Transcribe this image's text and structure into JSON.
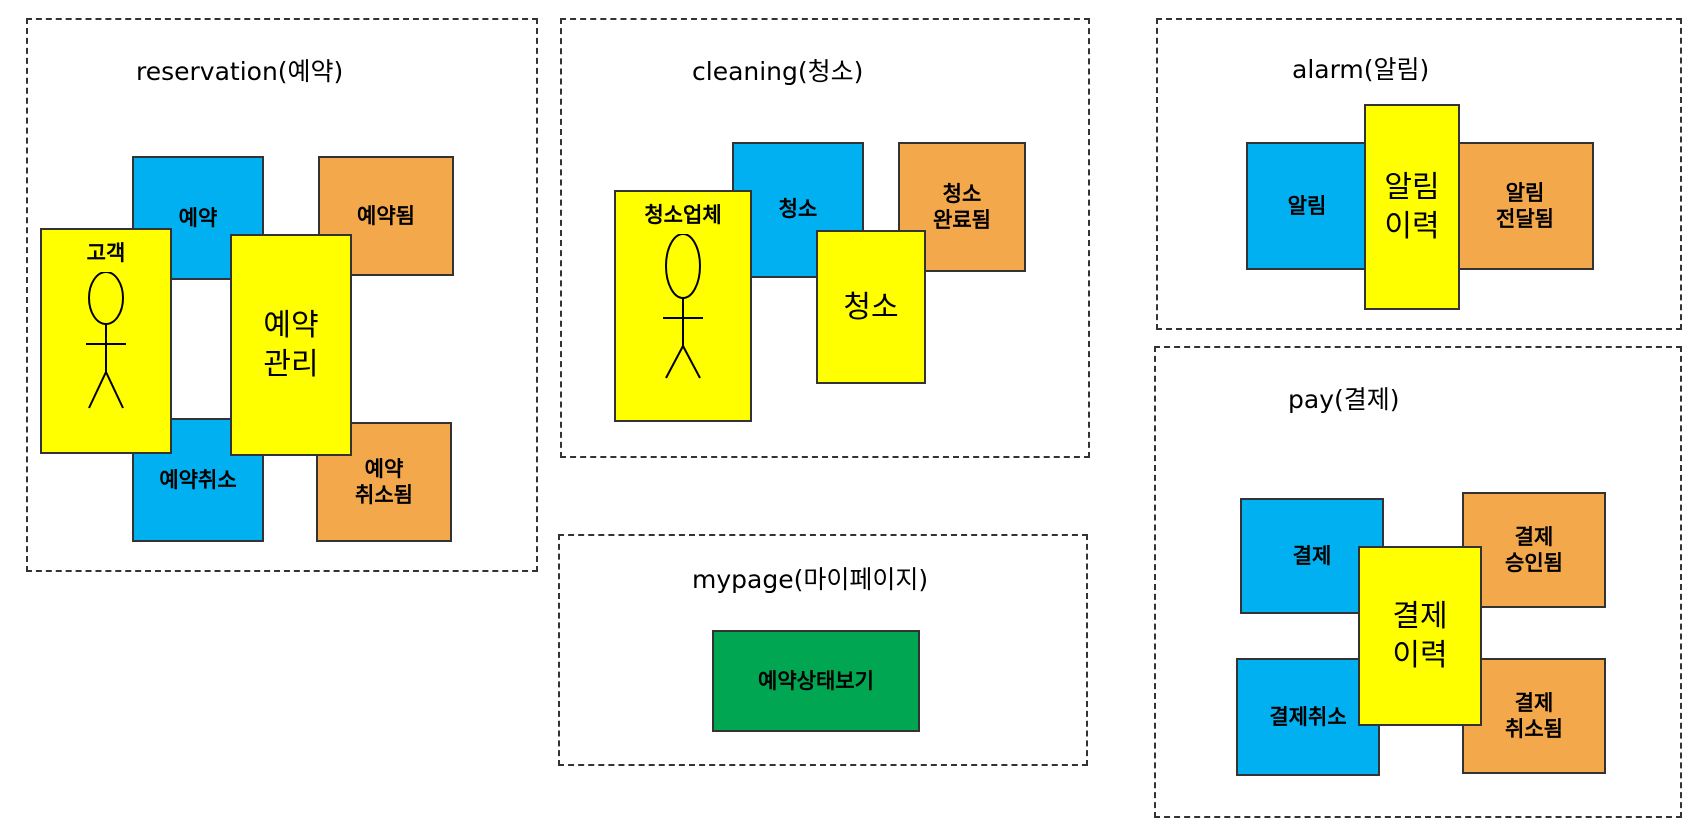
{
  "contexts": {
    "reservation": {
      "title": "reservation(예약)",
      "actor": "고객",
      "command_reserve": "예약",
      "command_cancel": "예약취소",
      "aggregate": "예약\n관리",
      "event_reserved": "예약됨",
      "event_cancelled": "예약\n취소됨"
    },
    "cleaning": {
      "title": "cleaning(청소)",
      "actor": "청소업체",
      "command": "청소",
      "aggregate": "청소",
      "event": "청소\n완료됨"
    },
    "alarm": {
      "title": "alarm(알림)",
      "command": "알림",
      "aggregate": "알림\n이력",
      "event": "알림\n전달됨"
    },
    "mypage": {
      "title": "mypage(마이페이지)",
      "view": "예약상태보기"
    },
    "pay": {
      "title": "pay(결제)",
      "command_pay": "결제",
      "command_cancel": "결제취소",
      "aggregate": "결제\n이력",
      "event_approved": "결제\n승인됨",
      "event_cancelled": "결제\n취소됨"
    }
  },
  "colors": {
    "command": "#00b0f0",
    "event": "#f4a84c",
    "aggregate_actor": "#ffff00",
    "view": "#00a651"
  },
  "icons": [
    "stick-figure-icon"
  ]
}
